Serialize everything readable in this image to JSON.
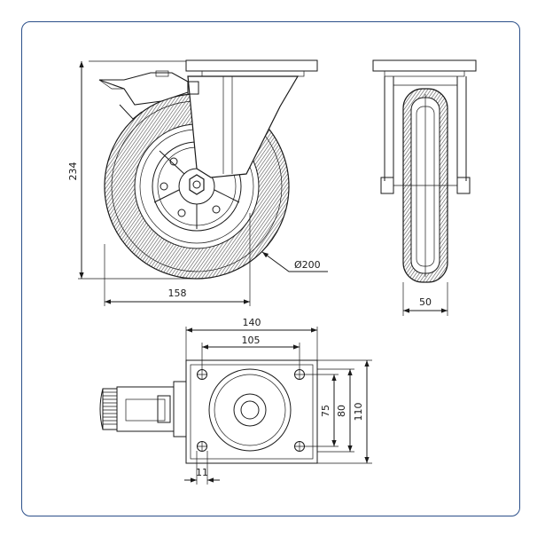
{
  "colors": {
    "frame": "#2b4f8a",
    "line": "#1a1a1a",
    "tread": "#6d6d6d"
  },
  "dimensions": {
    "height": "234",
    "offset": "158",
    "diameter": "Ø200",
    "wheel_width": "50",
    "plate_width": "140",
    "hole_spacing_x": "105",
    "hole_spacing_y": "75",
    "plate_inner": "80",
    "plate_height": "110",
    "hole_diameter": "11"
  }
}
